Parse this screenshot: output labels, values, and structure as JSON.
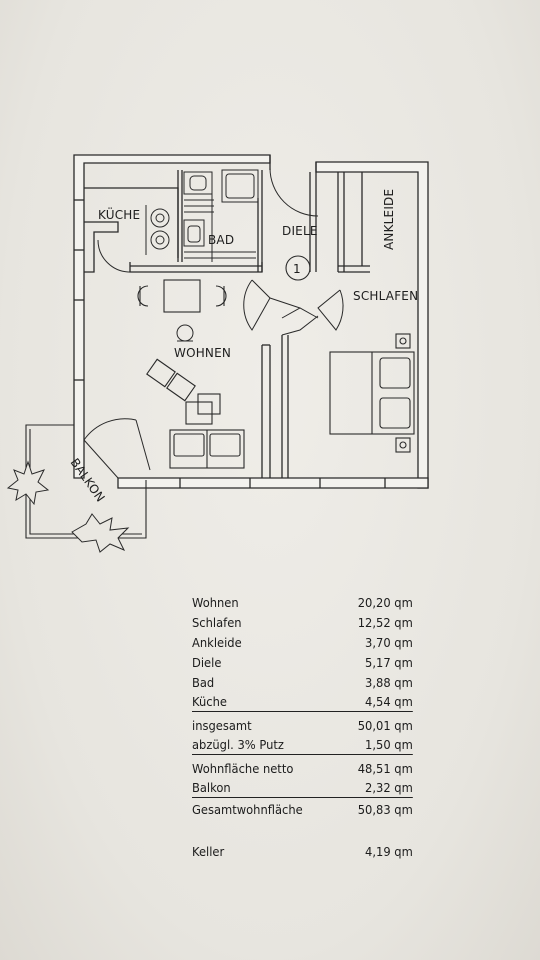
{
  "rooms": {
    "kueche": "KÜCHE",
    "bad": "BAD",
    "diele": "DIELE",
    "ankleide": "ANKLEIDE",
    "schlafen": "SCHLAFEN",
    "wohnen": "WOHNEN",
    "balkon": "BALKON",
    "marker": "1"
  },
  "areas": [
    {
      "label": "Wohnen",
      "value": "20,20 qm"
    },
    {
      "label": "Schlafen",
      "value": "12,52 qm"
    },
    {
      "label": "Ankleide",
      "value": "3,70 qm"
    },
    {
      "label": "Diele",
      "value": "5,17 qm"
    },
    {
      "label": "Bad",
      "value": "3,88 qm"
    },
    {
      "label": "Küche",
      "value": "4,54 qm"
    }
  ],
  "totals": [
    {
      "label": "insgesamt",
      "value": "50,01 qm"
    },
    {
      "label": "abzügl. 3% Putz",
      "value": "1,50 qm"
    }
  ],
  "net": [
    {
      "label": "Wohnfläche netto",
      "value": "48,51 qm"
    },
    {
      "label": "Balkon",
      "value": "2,32 qm"
    }
  ],
  "grand_total": {
    "label": "Gesamtwohnfläche",
    "value": "50,83 qm"
  },
  "cellar": {
    "label": "Keller",
    "value": "4,19 qm"
  }
}
